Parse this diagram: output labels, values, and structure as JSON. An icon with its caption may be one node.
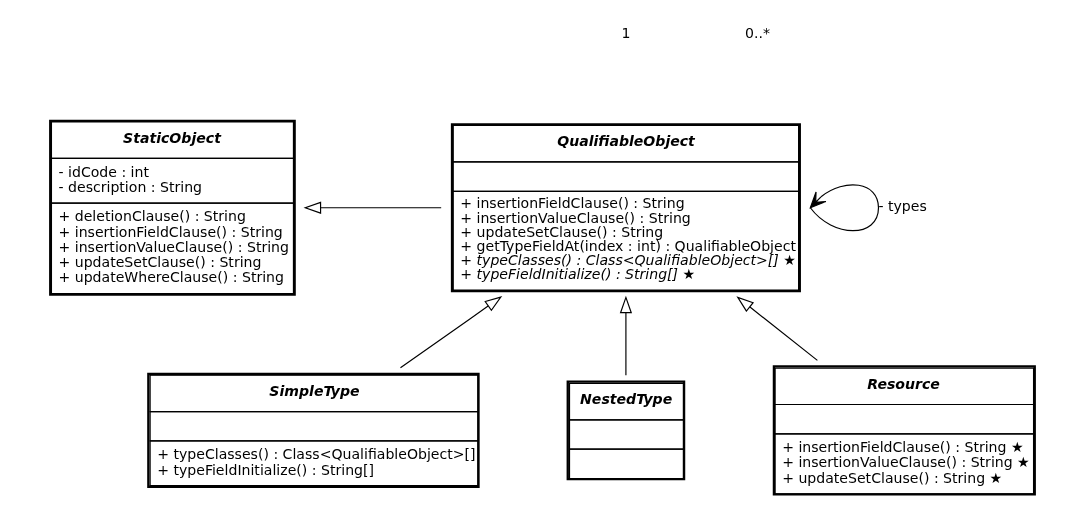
{
  "diagram": {
    "nodes": [
      {
        "text": [
          "StaticObject",
          "- idCode : int",
          "- description : String",
          "+ deletionClause() : String",
          "+ insertionFieldClause() : String",
          "+ insertionValueClause() : String",
          "+ updateSetClause() : String",
          "+ updateWhereClause() : String"
        ]
      },
      {
        "text": [
          "QualifiableObject",
          "+ insertionFieldClause() : String",
          "+ insertionValueClause() : String",
          "+ updateSetClause() : String",
          "+ getTypeFieldAt(index : int) : QualifiableObject",
          "+ typeClasses() : Class<QualifiableObject>[] ★",
          "+ typeFieldInitialize() : String[] ★"
        ]
      },
      {
        "text": [
          "SimpleType",
          "+ typeClasses() : Class<QualifiableObject>[]",
          "+ typeFieldInitialize() : String[]"
        ]
      },
      {
        "text": [
          "NestedType"
        ]
      },
      {
        "text": [
          "Resource",
          "+ insertionFieldClause() : String ★",
          "+ insertionValueClause() : String ★",
          "+ updateSetClause() : String ★"
        ]
      }
    ],
    "edges": [
      {
        "from": 1,
        "to": 0,
        "arrow": "to"
      },
      {
        "from": 1,
        "to": 1,
        "arrow": "to",
        "label": "- types"
      },
      {
        "from": 2,
        "to": 1,
        "arrow": "to"
      },
      {
        "from": 3,
        "to": 1,
        "arrow": "to"
      },
      {
        "from": 4,
        "to": 1,
        "arrow": "to"
      }
    ],
    "labels": [
      "1",
      "0..*"
    ]
  }
}
